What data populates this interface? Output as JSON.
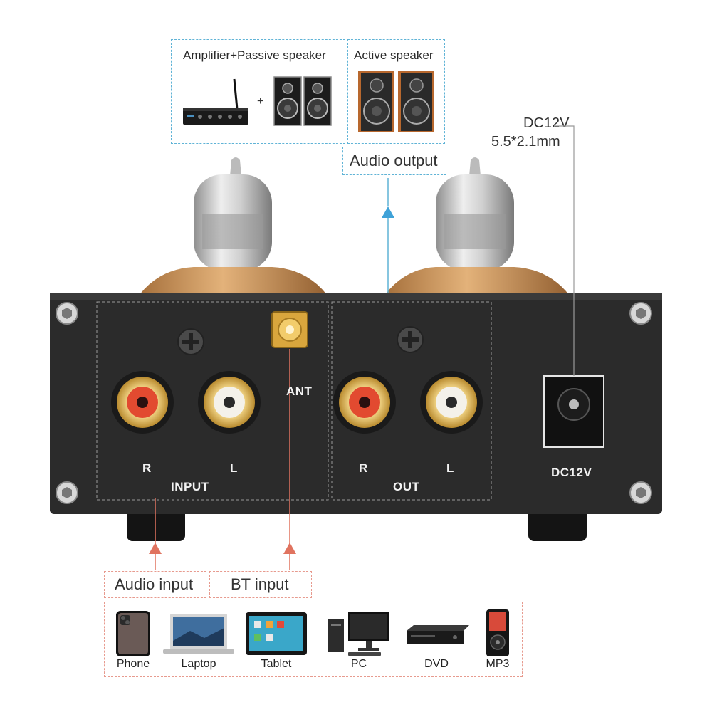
{
  "outputs": {
    "amp_passive_label": "Amplifier+Passive speaker",
    "plus_sign": "+",
    "active_label": "Active speaker",
    "audio_output_label": "Audio output"
  },
  "power": {
    "spec_line1": "DC12V",
    "spec_line2": "5.5*2.1mm"
  },
  "panel": {
    "ant_label": "ANT",
    "input_label": "INPUT",
    "output_label": "OUT",
    "input_r": "R",
    "input_l": "L",
    "out_r": "R",
    "out_l": "L",
    "dc_label": "DC12V"
  },
  "inputs": {
    "audio_input_label": "Audio input",
    "bt_input_label": "BT input"
  },
  "devices": [
    {
      "label": "Phone"
    },
    {
      "label": "Laptop"
    },
    {
      "label": "Tablet"
    },
    {
      "label": "PC"
    },
    {
      "label": "DVD"
    },
    {
      "label": "MP3"
    }
  ],
  "colors": {
    "output_accent": "#3fa2d8",
    "input_accent": "#e0735f",
    "panel": "#2b2b2b",
    "tube_base": "#c8955a"
  }
}
